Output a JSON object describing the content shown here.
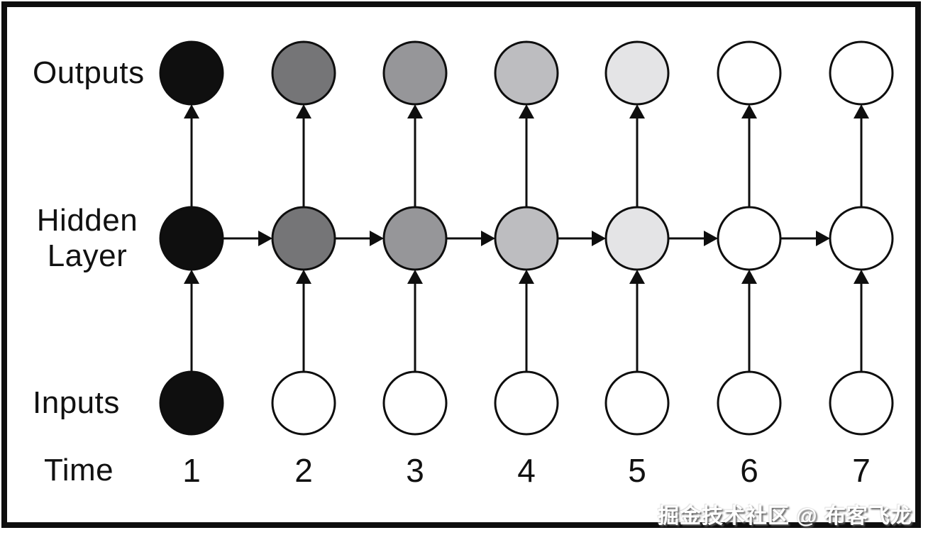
{
  "labels": {
    "outputs": "Outputs",
    "hidden_layer_line1": "Hidden",
    "hidden_layer_line2": "Layer",
    "inputs": "Inputs",
    "time": "Time"
  },
  "watermark": "掘金技术社区 @ 布客飞龙",
  "diagram": {
    "type": "unrolled-recurrent-network",
    "time_steps": [
      "1",
      "2",
      "3",
      "4",
      "5",
      "6",
      "7"
    ],
    "rows": [
      {
        "name": "outputs",
        "label": "Outputs",
        "fills": [
          "#0f0f0f",
          "#757577",
          "#969699",
          "#bdbdc0",
          "#e4e4e6",
          "#ffffff",
          "#ffffff"
        ]
      },
      {
        "name": "hidden",
        "label": "Hidden Layer",
        "fills": [
          "#0f0f0f",
          "#757577",
          "#969699",
          "#bdbdc0",
          "#e4e4e6",
          "#ffffff",
          "#ffffff"
        ]
      },
      {
        "name": "inputs",
        "label": "Inputs",
        "fills": [
          "#0f0f0f",
          "#ffffff",
          "#ffffff",
          "#ffffff",
          "#ffffff",
          "#ffffff",
          "#ffffff"
        ]
      }
    ],
    "connections": {
      "input_to_hidden": "upward arrow at every time step",
      "hidden_to_output": "upward arrow at every time step",
      "hidden_to_hidden": "rightward arrow from each time step to the next"
    },
    "colors": {
      "stroke": "#0e0e0e",
      "background": "#ffffff"
    }
  }
}
